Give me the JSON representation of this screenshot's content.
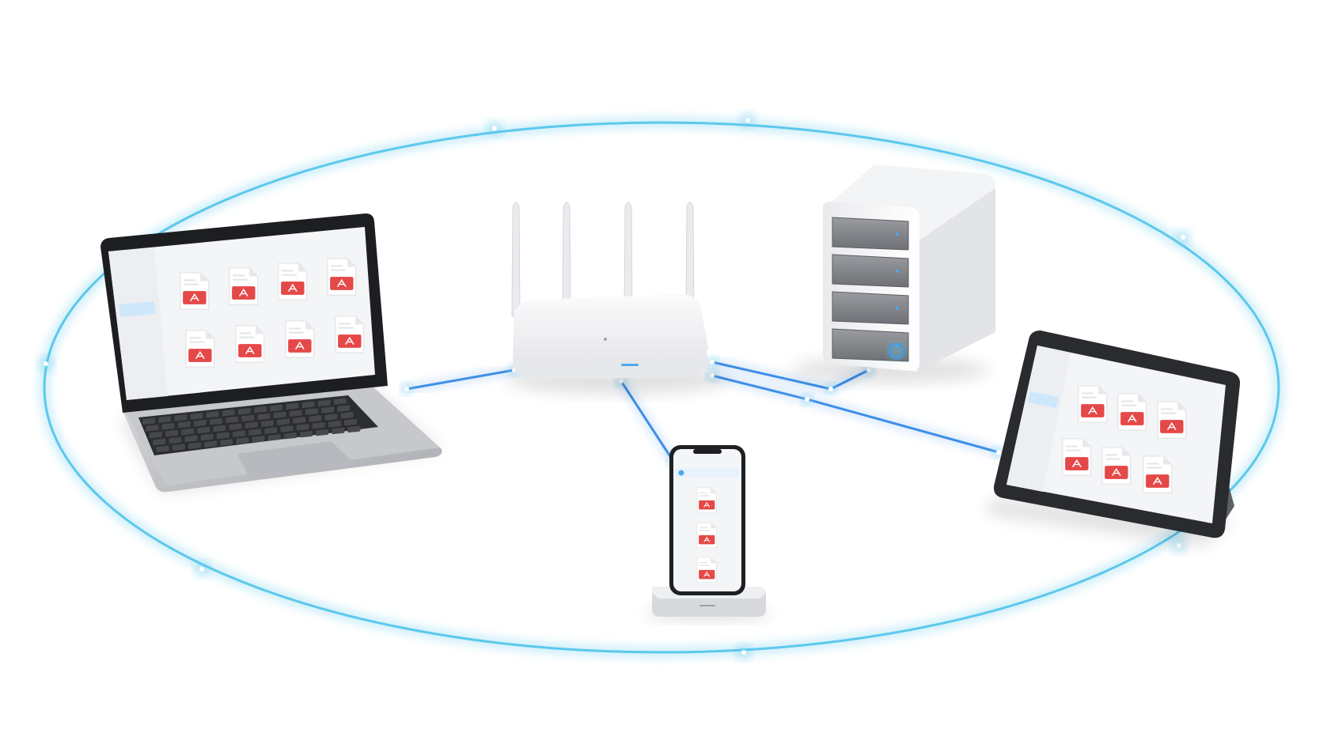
{
  "scene": {
    "background": "#ffffff",
    "ring_color": "#5cc8ec",
    "link_color": "#3d8fe8",
    "pdf_color": "#e54848"
  },
  "devices": {
    "laptop": {
      "file_count": 8
    },
    "tablet": {
      "file_count": 6
    },
    "phone": {
      "file_count": 3
    },
    "nas": {
      "drive_bays": 4
    },
    "router": {
      "antennas": 4
    }
  }
}
